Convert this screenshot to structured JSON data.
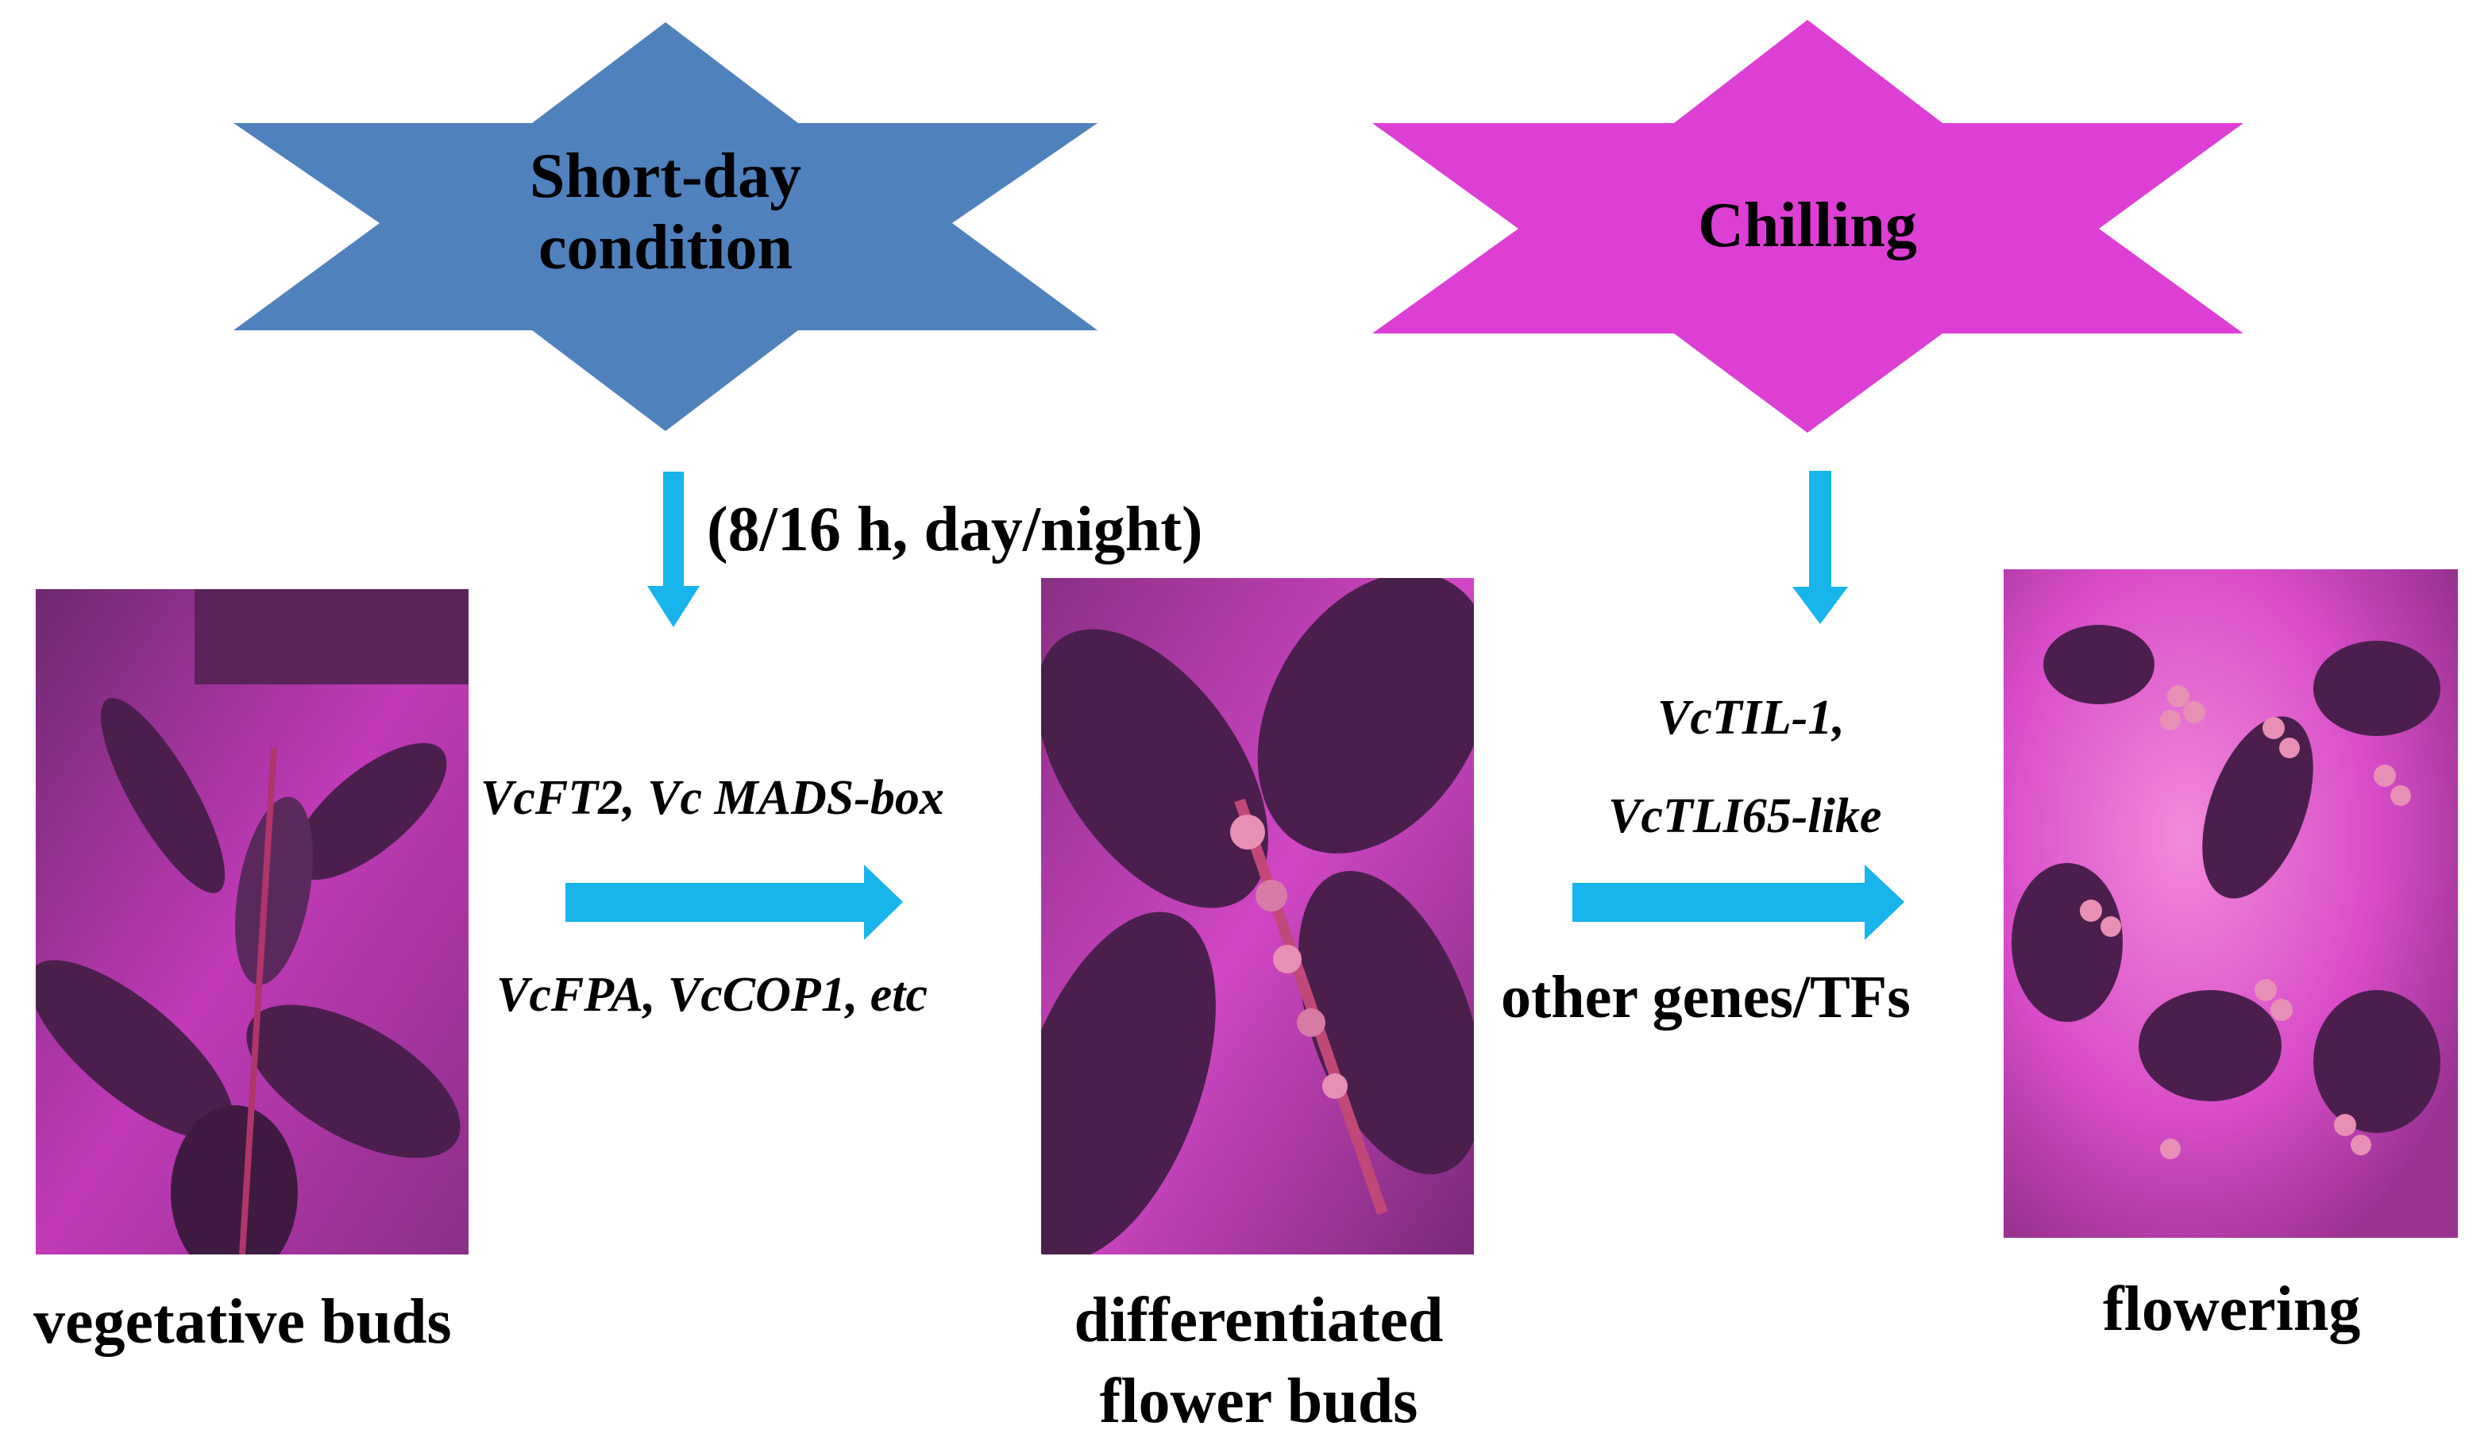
{
  "stars": {
    "short_day": {
      "line1": "Short-day",
      "line2": "condition",
      "color": "#4f81bd"
    },
    "chilling": {
      "label": "Chilling",
      "color": "#dd3fd4"
    }
  },
  "photoperiod_label": "(8/16 h, day/night)",
  "genes_left_top": "VcFT2, Vc MADS-box",
  "genes_left_bottom": "VcFPA, VcCOP1, etc",
  "genes_right_top_1": "VcTIL-1,",
  "genes_right_top_2": "VcTLI65-like",
  "genes_right_bottom": "other genes/TFs",
  "stages": {
    "vegetative": "vegetative buds",
    "differentiated_1": "differentiated",
    "differentiated_2": "flower buds",
    "flowering": "flowering"
  },
  "colors": {
    "arrow": "#18b4ec",
    "photo_bg": "#c23ab8",
    "leaf": "#4a1f4c",
    "flower": "#e88fb6"
  }
}
